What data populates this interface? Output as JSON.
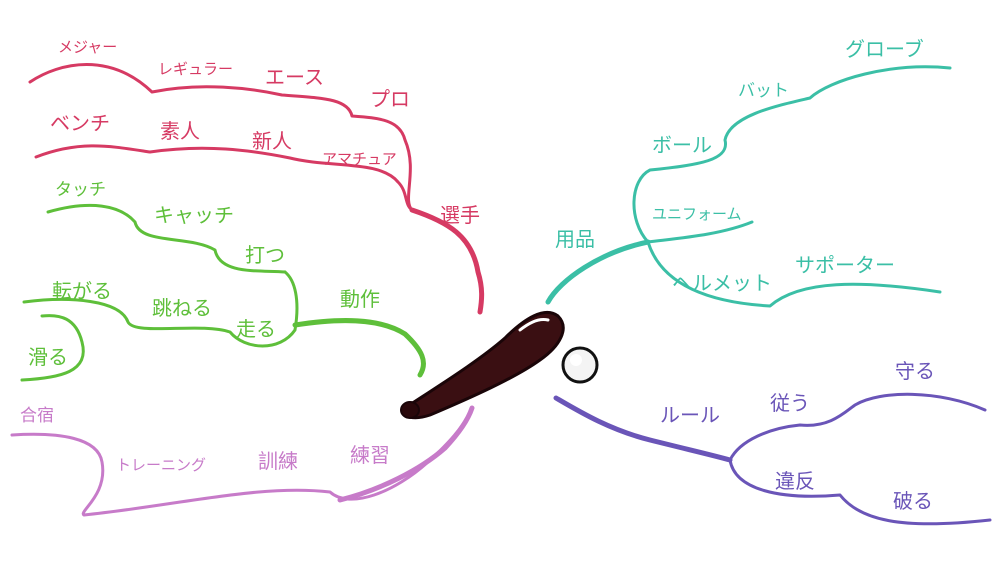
{
  "center": {
    "bat_icon": "baseball-bat",
    "ball_icon": "baseball"
  },
  "colors": {
    "senshu": "#d63a63",
    "dousa": "#5ebf3a",
    "renshu": "#c77bc9",
    "yohin": "#3bbfa6",
    "rule": "#6a55b8",
    "bat": "#3a0f12"
  },
  "branches": {
    "senshu": {
      "label": "選手",
      "sub1": [
        "メジャー",
        "レギュラー",
        "エース",
        "プロ"
      ],
      "sub2": [
        "ベンチ",
        "素人",
        "新人",
        "アマチュア"
      ]
    },
    "dousa": {
      "label": "動作",
      "sub1": [
        "タッチ",
        "キャッチ",
        "打つ"
      ],
      "sub2": [
        "転がる",
        "跳ねる",
        "走る"
      ],
      "sub3": [
        "滑る"
      ]
    },
    "renshu": {
      "label": "練習",
      "sub": [
        "合宿",
        "トレーニング",
        "訓練"
      ]
    },
    "yohin": {
      "label": "用品",
      "top": [
        "ボール",
        "バット",
        "グローブ"
      ],
      "mid": [
        "ユニフォーム"
      ],
      "bottom": [
        "ヘルメット",
        "サポーター"
      ]
    },
    "rule": {
      "label": "ルール",
      "top": [
        "従う",
        "守る"
      ],
      "bottom": [
        "違反",
        "破る"
      ]
    }
  }
}
